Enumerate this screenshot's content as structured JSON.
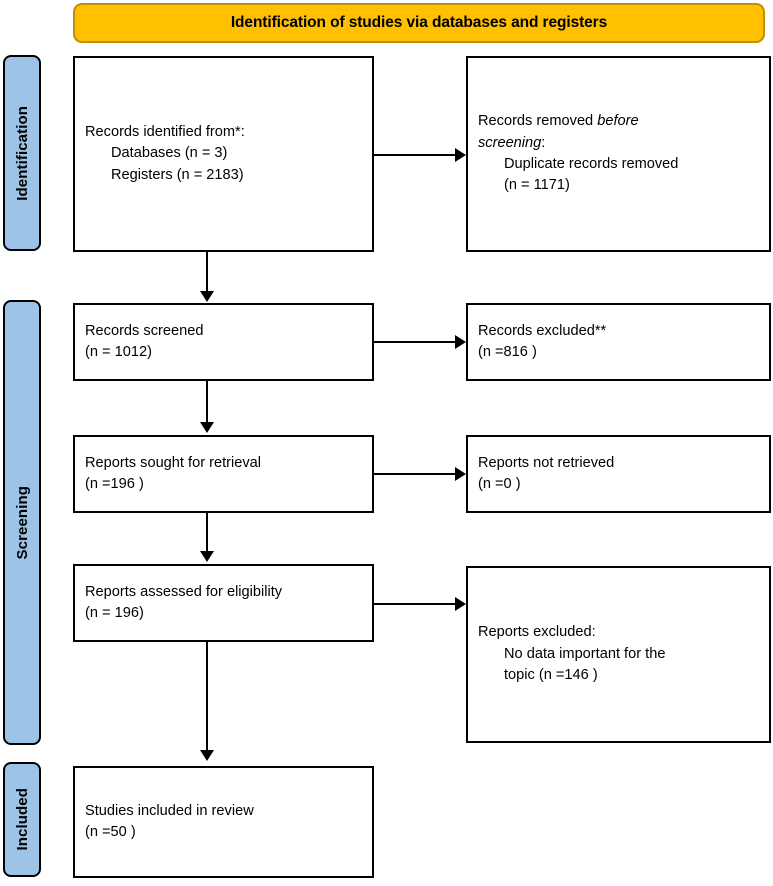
{
  "banner": {
    "title": "Identification of studies via databases and registers",
    "fill_color": "#FFC000",
    "border_color": "#BF8F00"
  },
  "stages": [
    {
      "label": "Identification",
      "fill_color": "#9DC3E6"
    },
    {
      "label": "Screening",
      "fill_color": "#9DC3E6"
    },
    {
      "label": "Included",
      "fill_color": "#9DC3E6"
    }
  ],
  "boxes": {
    "records_identified": {
      "line1": "Records identified from*:",
      "line2": "Databases (n = 3)",
      "line3": "Registers (n = 2183)"
    },
    "records_removed": {
      "line1_a": "Records removed ",
      "line1_b": "before",
      "line2_a": "screening",
      "line2_b": ":",
      "line3": "Duplicate records removed",
      "line4": "(n = 1171)"
    },
    "records_screened": {
      "line1": "Records screened",
      "line2": "(n = 1012)"
    },
    "records_excluded": {
      "line1": "Records excluded**",
      "line2": "(n =816 )"
    },
    "reports_sought": {
      "line1": "Reports sought for retrieval",
      "line2": "(n =196 )"
    },
    "reports_not_retrieved": {
      "line1": "Reports not retrieved",
      "line2": "(n =0 )"
    },
    "reports_assessed": {
      "line1": "Reports assessed for eligibility",
      "line2": "(n = 196)"
    },
    "reports_excluded": {
      "line1": "Reports excluded:",
      "line2": "No data important for the",
      "line3": "topic (n =146 )"
    },
    "studies_included": {
      "line1": "Studies included in review",
      "line2": "(n =50 )"
    }
  }
}
